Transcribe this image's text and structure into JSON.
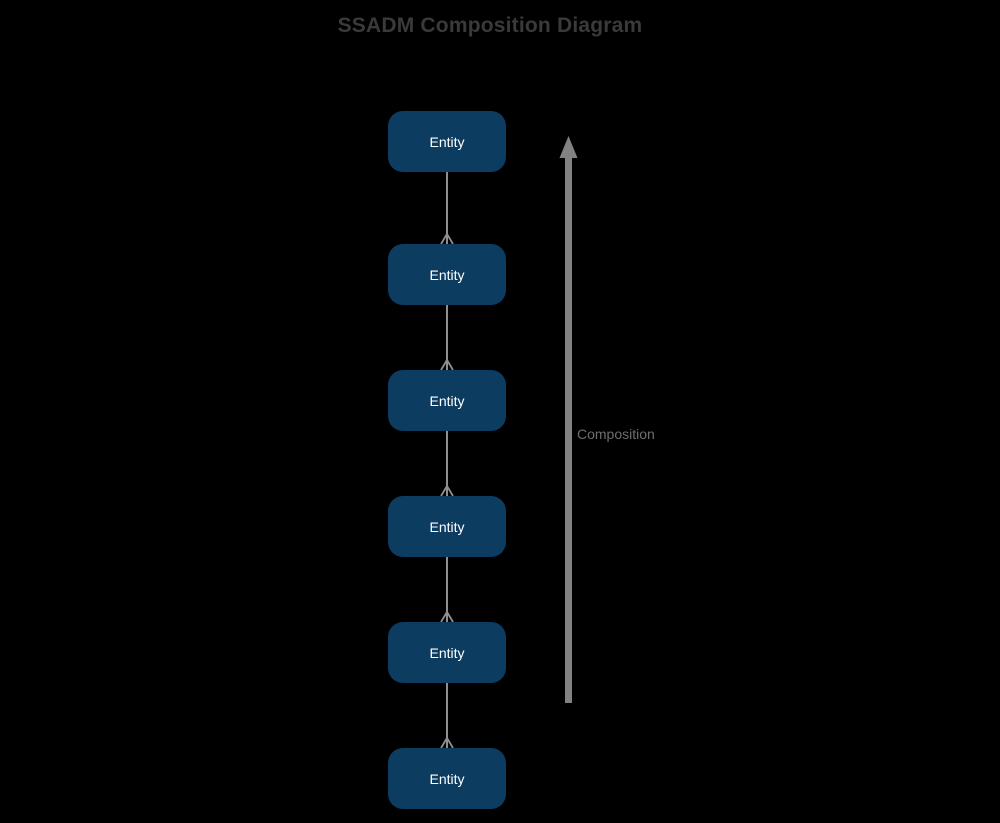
{
  "title": "SSADM Composition Diagram",
  "nodes": [
    {
      "label": "Entity"
    },
    {
      "label": "Entity"
    },
    {
      "label": "Entity"
    },
    {
      "label": "Entity"
    },
    {
      "label": "Entity"
    },
    {
      "label": "Entity"
    }
  ],
  "arrow": {
    "label": "Composition",
    "direction": "up"
  },
  "colors": {
    "background": "#000000",
    "title": "#3a3a3a",
    "entity_fill": "#0d3c61",
    "entity_text": "#ffffff",
    "connector": "#8f8f8f",
    "arrow": "#828282",
    "arrow_label": "#6e6e6e"
  }
}
